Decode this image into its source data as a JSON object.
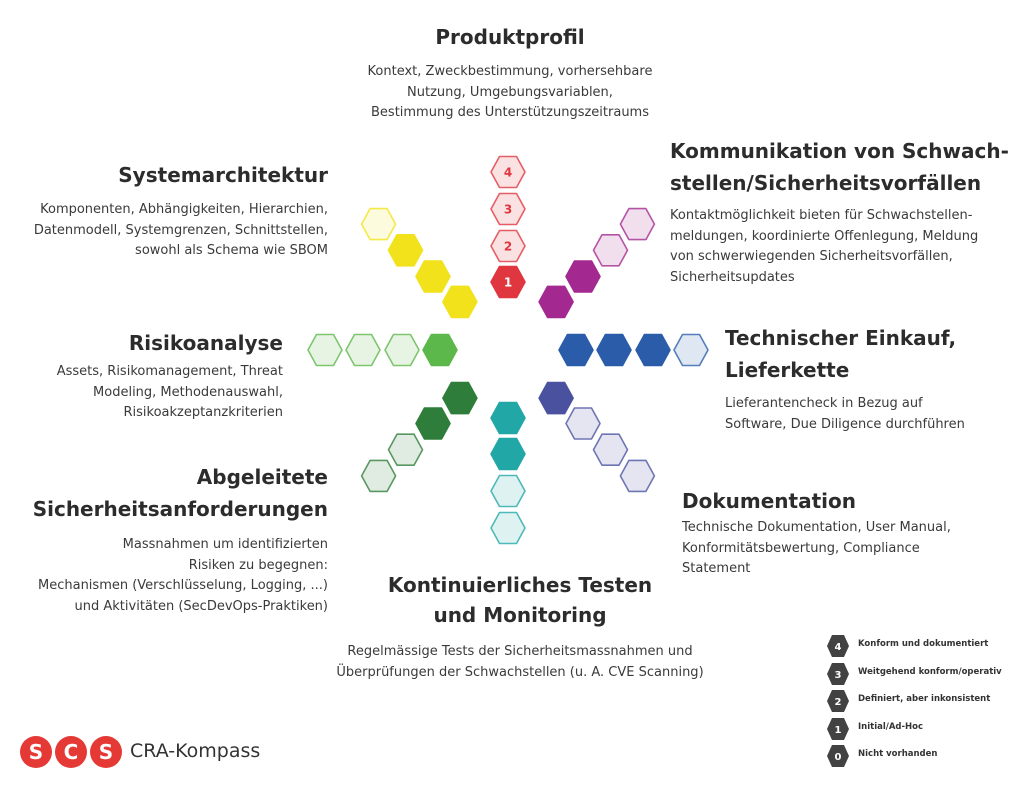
{
  "sections": {
    "produktprofil": {
      "title": "Produktprofil",
      "desc": "Kontext, Zweckbestimmung, vorhersehbare\nNutzung, Umgebungsvariablen,\nBestimmung des Unterstützungszeitraums"
    },
    "systemarchitektur": {
      "title": "Systemarchitektur",
      "desc": "Komponenten, Abhängigkeiten, Hierarchien,\nDatenmodell, Systemgrenzen, Schnittstellen,\nsowohl als Schema wie SBOM"
    },
    "kommunikation": {
      "title": "Kommunikation von Schwach-\nstellen/Sicherheitsvorfällen",
      "desc": "Kontaktmöglichkeit bieten für Schwachstellen-\nmeldungen,  koordinierte Offenlegung, Meldung\nvon schwerwiegenden Sicherheitsvorfällen,\nSicherheitsupdates"
    },
    "risikoanalyse": {
      "title": "Risikoanalyse",
      "desc": "Assets, Risikomanagement, Threat\nModeling, Methodenauswahl,\nRisikoakzeptanzkriterien"
    },
    "einkauf": {
      "title": "Technischer Einkauf,\nLieferkette",
      "desc": "Lieferantencheck in Bezug auf\nSoftware, Due Diligence durchführen"
    },
    "anforderungen": {
      "title": "Abgeleitete\nSicherheitsanforderungen",
      "desc": "Massnahmen um identifizierten\nRisiken zu begegnen:\nMechanismen (Verschlüsselung, Logging, ...)\nund Aktivitäten (SecDevOps-Praktiken)"
    },
    "dokumentation": {
      "title": "Dokumentation",
      "desc": "Technische Dokumentation, User Manual,\nKonformitätsbewertung, Compliance\nStatement"
    },
    "testen": {
      "title": "Kontinuierliches Testen\nund Monitoring",
      "desc": "Regelmässige Tests der Sicherheitsmassnahmen und\nÜberprüfungen der Schwachstellen (u. A. CVE Scanning)"
    }
  },
  "spokes": [
    {
      "name": "produktprofil",
      "color": "#e0363f",
      "level": 1,
      "labels": [
        "1",
        "2",
        "3",
        "4"
      ]
    },
    {
      "name": "kommunikation",
      "color": "#a3288f",
      "level": 2
    },
    {
      "name": "einkauf",
      "color": "#2a5caa",
      "level": 3
    },
    {
      "name": "dokumentation",
      "color": "#4a52a0",
      "level": 1
    },
    {
      "name": "testen",
      "color": "#22a7a7",
      "level": 2
    },
    {
      "name": "anforderungen",
      "color": "#2e7d3a",
      "level": 2
    },
    {
      "name": "risikoanalyse",
      "color": "#5cb84a",
      "level": 1
    },
    {
      "name": "systemarchitektur",
      "color": "#f2e21c",
      "level": 3
    }
  ],
  "legend": [
    {
      "num": "4",
      "text": "Konform und dokumentiert"
    },
    {
      "num": "3",
      "text": "Weitgehend konform/operativ"
    },
    {
      "num": "2",
      "text": "Definiert, aber inkonsistent"
    },
    {
      "num": "1",
      "text": "Initial/Ad-Hoc"
    },
    {
      "num": "0",
      "text": "Nicht vorhanden"
    }
  ],
  "brand": {
    "letters": [
      "S",
      "C",
      "S"
    ],
    "text": "CRA-Kompass",
    "color": "#e53935"
  }
}
